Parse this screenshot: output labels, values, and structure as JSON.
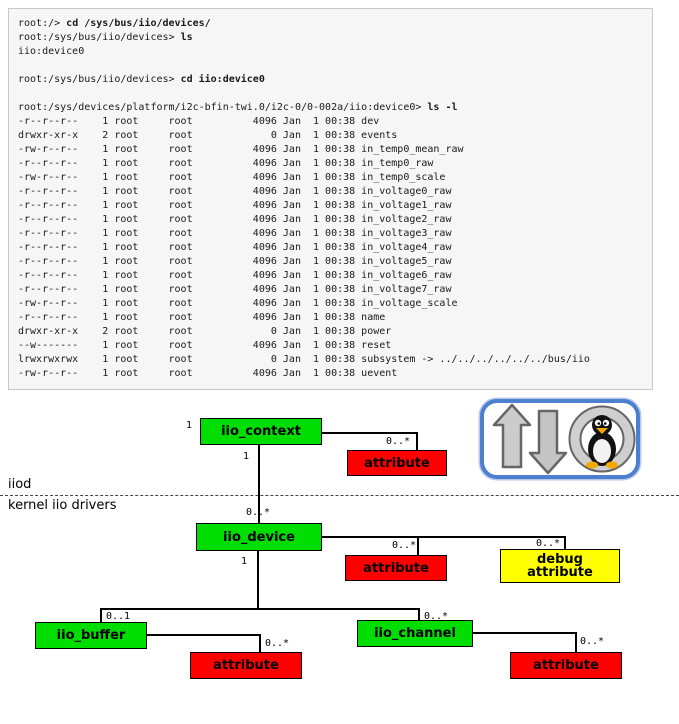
{
  "terminal": {
    "lines": [
      [
        {
          "t": "root:/> "
        },
        {
          "t": "cd /sys/bus/iio/devices/",
          "b": true
        }
      ],
      [
        {
          "t": "root:/sys/bus/iio/devices> "
        },
        {
          "t": "ls",
          "b": true
        }
      ],
      [
        {
          "t": "iio:device0"
        }
      ],
      [
        {
          "t": ""
        }
      ],
      [
        {
          "t": "root:/sys/bus/iio/devices> "
        },
        {
          "t": "cd iio:device0",
          "b": true
        }
      ],
      [
        {
          "t": ""
        }
      ],
      [
        {
          "t": "root:/sys/devices/platform/i2c-bfin-twi.0/i2c-0/0-002a/iio:device0> "
        },
        {
          "t": "ls -l",
          "b": true
        }
      ],
      [
        {
          "t": "-r--r--r--    1 root     root          4096 Jan  1 00:38 dev"
        }
      ],
      [
        {
          "t": "drwxr-xr-x    2 root     root             0 Jan  1 00:38 events"
        }
      ],
      [
        {
          "t": "-rw-r--r--    1 root     root          4096 Jan  1 00:38 in_temp0_mean_raw"
        }
      ],
      [
        {
          "t": "-r--r--r--    1 root     root          4096 Jan  1 00:38 in_temp0_raw"
        }
      ],
      [
        {
          "t": "-rw-r--r--    1 root     root          4096 Jan  1 00:38 in_temp0_scale"
        }
      ],
      [
        {
          "t": "-r--r--r--    1 root     root          4096 Jan  1 00:38 in_voltage0_raw"
        }
      ],
      [
        {
          "t": "-r--r--r--    1 root     root          4096 Jan  1 00:38 in_voltage1_raw"
        }
      ],
      [
        {
          "t": "-r--r--r--    1 root     root          4096 Jan  1 00:38 in_voltage2_raw"
        }
      ],
      [
        {
          "t": "-r--r--r--    1 root     root          4096 Jan  1 00:38 in_voltage3_raw"
        }
      ],
      [
        {
          "t": "-r--r--r--    1 root     root          4096 Jan  1 00:38 in_voltage4_raw"
        }
      ],
      [
        {
          "t": "-r--r--r--    1 root     root          4096 Jan  1 00:38 in_voltage5_raw"
        }
      ],
      [
        {
          "t": "-r--r--r--    1 root     root          4096 Jan  1 00:38 in_voltage6_raw"
        }
      ],
      [
        {
          "t": "-r--r--r--    1 root     root          4096 Jan  1 00:38 in_voltage7_raw"
        }
      ],
      [
        {
          "t": "-rw-r--r--    1 root     root          4096 Jan  1 00:38 in_voltage_scale"
        }
      ],
      [
        {
          "t": "-r--r--r--    1 root     root          4096 Jan  1 00:38 name"
        }
      ],
      [
        {
          "t": "drwxr-xr-x    2 root     root             0 Jan  1 00:38 power"
        }
      ],
      [
        {
          "t": "--w-------    1 root     root          4096 Jan  1 00:38 reset"
        }
      ],
      [
        {
          "t": "lrwxrwxrwx    1 root     root             0 Jan  1 00:38 subsystem -> ../../../../../../bus/iio"
        }
      ],
      [
        {
          "t": "-rw-r--r--    1 root     root          4096 Jan  1 00:38 uevent"
        }
      ]
    ]
  },
  "diagram": {
    "section_labels": {
      "userspace": "iiod",
      "kernel": "kernel iio drivers"
    },
    "boxes": {
      "iio_context": "iio_context",
      "context_attribute": "attribute",
      "iio_device": "iio_device",
      "device_attribute": "attribute",
      "debug_attribute": {
        "line1": "debug",
        "line2": "attribute"
      },
      "iio_buffer": "iio_buffer",
      "buffer_attribute": "attribute",
      "iio_channel": "iio_channel",
      "channel_attribute": "attribute"
    },
    "multiplicities": {
      "context_left": "1",
      "context_attr": "0..*",
      "context_child": "1",
      "device_parent": "0..*",
      "device_attr": "0..*",
      "debug_attr": "0..*",
      "device_child": "1",
      "buffer_parent": "0..1",
      "buffer_attr": "0..*",
      "channel_parent": "0..*",
      "channel_attr": "0..*"
    },
    "colors": {
      "class_box": "#00dd00",
      "attribute_box": "#ff0000",
      "debug_attribute_box": "#ffff00",
      "connector": "#000000",
      "logo_border": "#4d7fd0"
    }
  }
}
